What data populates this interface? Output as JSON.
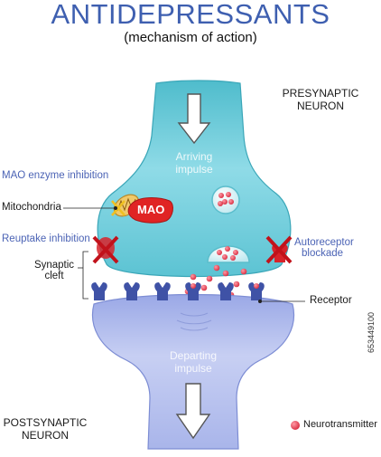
{
  "title": "ANTIDEPRESSANTS",
  "subtitle": "(mechanism of action)",
  "labels": {
    "presynaptic_line1": "PRESYNAPTIC",
    "presynaptic_line2": "NEURON",
    "postsynaptic_line1": "POSTSYNAPTIC",
    "postsynaptic_line2": "NEURON",
    "arriving_line1": "Arriving",
    "arriving_line2": "impulse",
    "departing_line1": "Departing",
    "departing_line2": "impulse",
    "mao_enzyme_inhibition": "MAO enzyme inhibition",
    "mitochondria": "Mitochondria",
    "mao": "MAO",
    "reuptake_inhibition": "Reuptake inhibition",
    "synaptic_cleft_line1": "Synaptic",
    "synaptic_cleft_line2": "cleft",
    "autoreceptor_line1": "Autoreceptor",
    "autoreceptor_line2": "blockade",
    "receptor": "Receptor",
    "neurotransmitter": "Neurotransmitter"
  },
  "stock_id": "653449100",
  "colors": {
    "title": "#3e5fb0",
    "presynaptic_membrane": "#5bc4d6",
    "postsynaptic_membrane": "#8f9ee0",
    "neurotransmitter": "#e8475a",
    "mao": "#e02424",
    "inhibitor": "#d8232a",
    "receptor": "#3f52a6",
    "label_blue": "#4b63b5"
  }
}
